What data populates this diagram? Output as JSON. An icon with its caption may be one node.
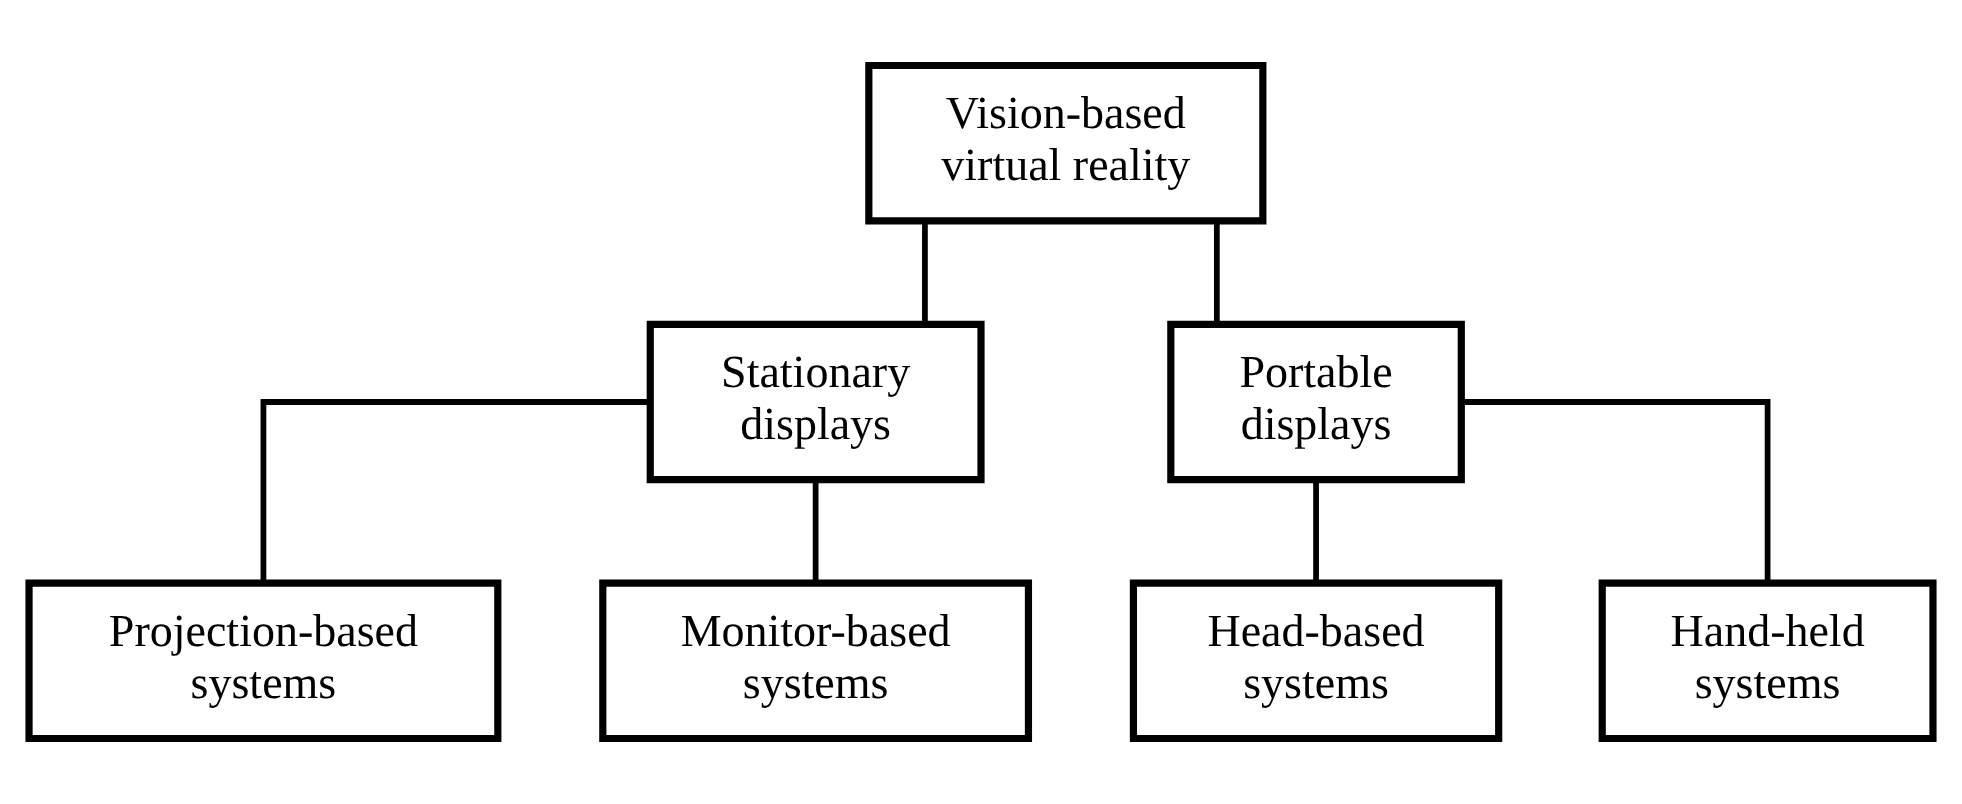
{
  "diagram": {
    "nodes": [
      {
        "text": [
          "Vision-based virtual reality"
        ]
      },
      {
        "text": [
          "Stationary displays"
        ]
      },
      {
        "text": [
          "Portable displays"
        ]
      },
      {
        "text": [
          "Projection-based systems"
        ]
      },
      {
        "text": [
          "Monitor-based systems"
        ]
      },
      {
        "text": [
          "Head-based systems"
        ]
      },
      {
        "text": [
          "Hand-held systems"
        ]
      }
    ],
    "edges": [
      {
        "from": 0,
        "to": 1,
        "arrow": "none"
      },
      {
        "from": 0,
        "to": 2,
        "arrow": "none"
      },
      {
        "from": 1,
        "to": 3,
        "arrow": "none"
      },
      {
        "from": 1,
        "to": 4,
        "arrow": "none"
      },
      {
        "from": 2,
        "to": 5,
        "arrow": "none"
      },
      {
        "from": 2,
        "to": 6,
        "arrow": "none"
      }
    ]
  }
}
